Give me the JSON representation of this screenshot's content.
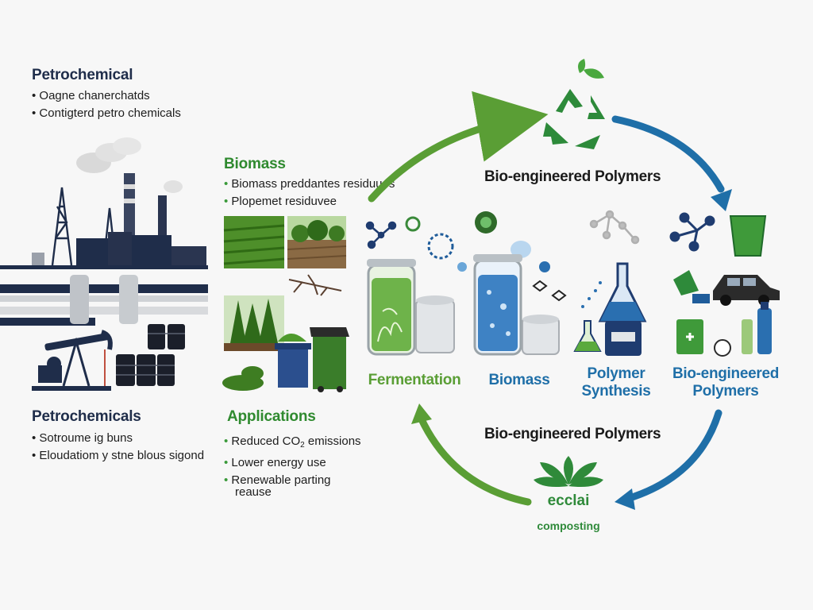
{
  "petrochemical": {
    "title": "Petrochemical",
    "bullets": [
      "Oagne chanerchatds",
      "Contigterd petro chemicals"
    ]
  },
  "biomass_source": {
    "title": "Biomass",
    "bullets": [
      "Biomass preddantes residuues",
      "Plopemet residuvee"
    ]
  },
  "petrochemicals": {
    "title": "Petrochemicals",
    "bullets": [
      "Sotroume ig buns",
      "Eloudatiom y stne blous sigond"
    ]
  },
  "applications": {
    "title": "Applications",
    "b1_pre": "Reduced CO",
    "b1_sub": "2",
    "b1_post": " emissions",
    "b2": "Lower energy use",
    "b3_line1": "Renewable parting",
    "b3_line2": "reause"
  },
  "stages": {
    "fermentation": "Fermentation",
    "biomass": "Biomass",
    "polymer_synthesis_1": "Polymer",
    "polymer_synthesis_2": "Synthesis",
    "bio_polymers_1": "Bio-engineered",
    "bio_polymers_2": "Polymers"
  },
  "cycle": {
    "top_label": "Bio-engineered Polymers",
    "bottom_label": "Bio-engineered Polymers",
    "compost_word": "ecclai",
    "compost_label": "composting"
  },
  "colors": {
    "navy": "#1f2d4a",
    "green": "#2f8a2f",
    "blue": "#1f6fa8",
    "lime": "#5a9e35"
  }
}
